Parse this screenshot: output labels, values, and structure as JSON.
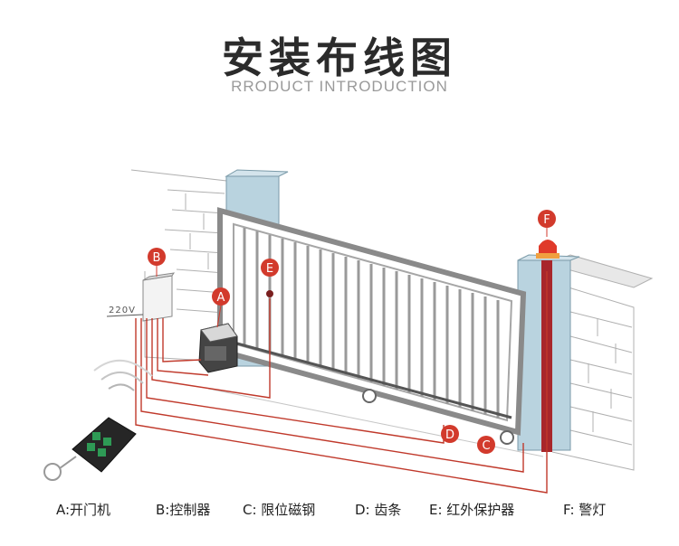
{
  "header": {
    "title": "安装布线图",
    "subtitle": "RRODUCT INTRODUCTION"
  },
  "diagram": {
    "voltage_label": "220V",
    "markers": {
      "A": "A",
      "B": "B",
      "C": "C",
      "D": "D",
      "E": "E",
      "F": "F"
    },
    "colors": {
      "marker_red": "#d23a2c",
      "wire_red": "#c0392b",
      "pillar_blue": "#b9d3df",
      "gate_frame": "#8a8a8a"
    }
  },
  "legend": [
    {
      "text": "A:开门机"
    },
    {
      "text": "B:控制器"
    },
    {
      "text": "C: 限位磁钢"
    },
    {
      "text": "D: 齿条"
    },
    {
      "text": "E: 红外保护器"
    },
    {
      "text": "F: 警灯"
    }
  ]
}
